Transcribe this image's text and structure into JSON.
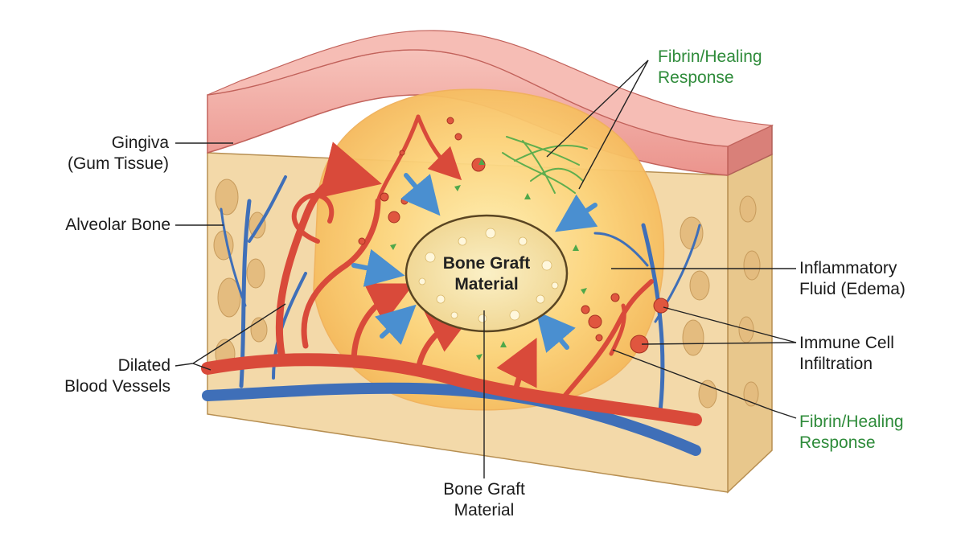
{
  "labels": {
    "gingiva": [
      "Gingiva",
      "(Gum Tissue)"
    ],
    "alveolar_bone": [
      "Alveolar Bone"
    ],
    "dilated_vessels": [
      "Dilated",
      "Blood Vessels"
    ],
    "bone_graft_bottom": [
      "Bone Graft",
      "Material"
    ],
    "bone_graft_center": [
      "Bone Graft",
      "Material"
    ],
    "fibrin_top": [
      "Fibrin/Healing",
      "Response"
    ],
    "inflammatory_fluid": [
      "Inflammatory",
      "Fluid (Edema)"
    ],
    "immune_cell": [
      "Immune Cell",
      "Infiltration"
    ],
    "fibrin_bottom": [
      "Fibrin/Healing",
      "Response"
    ]
  },
  "colors": {
    "label_text": "#1b1b1b",
    "green_label": "#2e8b3a",
    "gingiva": "#f2a9a4",
    "bone": "#f3d9a9",
    "edema": "#fcd37a",
    "graft": "#f6e3a6",
    "artery": "#d94a3a",
    "vein": "#3f6fb8",
    "fibrin": "#5fae4e",
    "arrow_blue": "#4a8fd0"
  }
}
